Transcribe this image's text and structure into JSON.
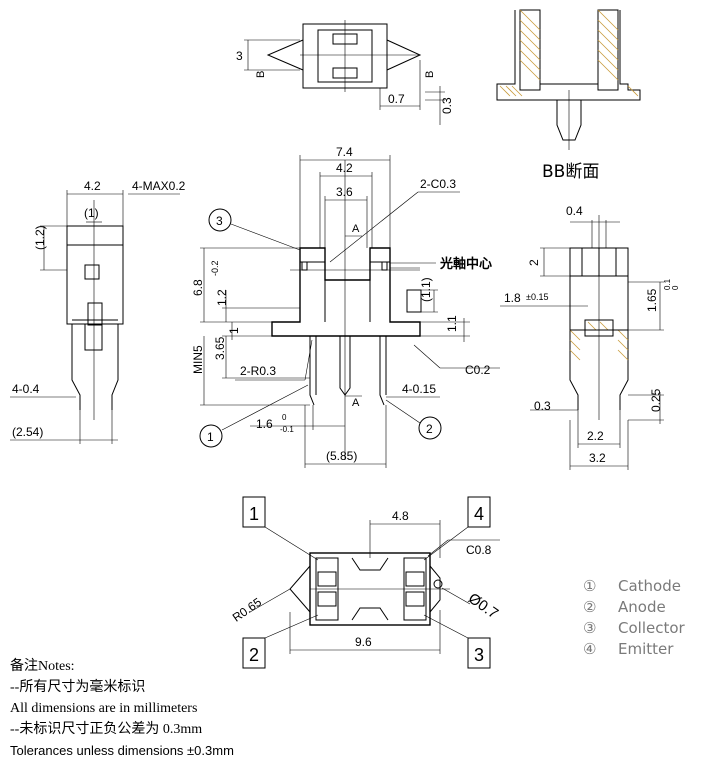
{
  "section_title": "BB断面",
  "optical_axis_label": "光軸中心",
  "legend": [
    {
      "num": "①",
      "label": "Cathode"
    },
    {
      "num": "②",
      "label": "Anode"
    },
    {
      "num": "③",
      "label": "Collector"
    },
    {
      "num": "④",
      "label": "Emitter"
    }
  ],
  "notes": {
    "title": "备注Notes:",
    "line1": "--所有尺寸为毫米标识",
    "line2": "All dimensions are in millimeters",
    "line3": "--未标识尺寸正负公差为  0.3mm",
    "line4": "Tolerances unless dimensions ±0.3mm"
  },
  "dims": {
    "top_3": "3",
    "top_B_left": "B",
    "top_B_right": "B",
    "top_07": "0.7",
    "top_03": "0.3",
    "left_42": "4.2",
    "left_4max": "4-MAX0.2",
    "left_1": "(1)",
    "left_12": "(1.2)",
    "left_404": "4-0.4",
    "left_254": "(2.54)",
    "c_74": "7.4",
    "c_42": "4.2",
    "c_36": "3.6",
    "c_2c03": "2-C0.3",
    "c_68": "6.8",
    "c_68tol": "-0.2",
    "c_12": "1.2",
    "c_1": "1",
    "c_365": "3.65",
    "c_min5": "MIN5",
    "c_2r03": "2-R0.3",
    "c_16": "1.6",
    "c_16tol_a": "0",
    "c_16tol_b": "-0.1",
    "c_585": "(5.85)",
    "c_11a": "(1.1)",
    "c_11b": "1.1",
    "c_c02": "C0.2",
    "c_4015": "4-0.15",
    "c_A": "A",
    "r_04": "0.4",
    "r_2": "2",
    "r_18": "1.8",
    "r_18tol": "±0.15",
    "r_165": "1.65",
    "r_165tol_a": "0.1",
    "r_165tol_b": "0",
    "r_03": "0.3",
    "r_025": "0.25",
    "r_22": "2.2",
    "r_32": "3.2",
    "b_48": "4.8",
    "b_c08": "C0.8",
    "b_phi07": "Ø0.7",
    "b_r065": "R0.65",
    "b_96": "9.6",
    "pin1": "1",
    "pin2": "2",
    "pin3": "3",
    "pin4": "4",
    "callout1": "1",
    "callout2": "2",
    "callout3": "3"
  }
}
